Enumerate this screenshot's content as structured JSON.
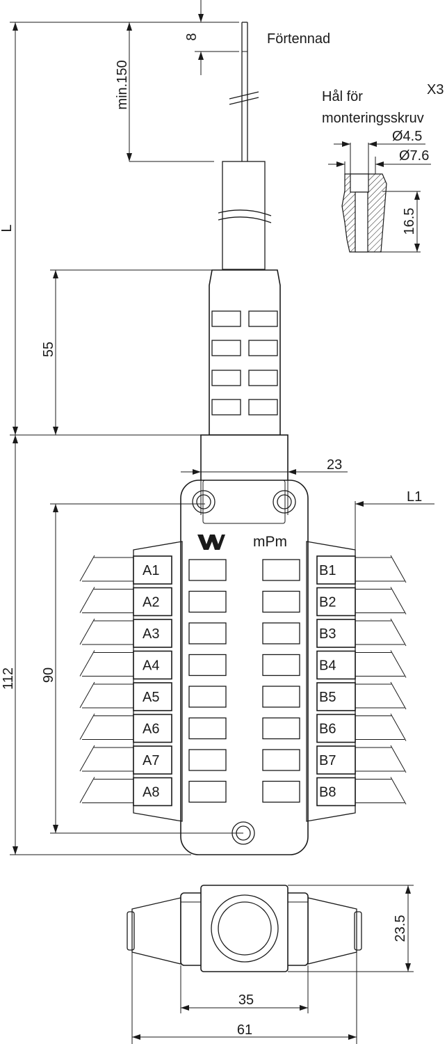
{
  "labels": {
    "tinned": "Förtennad",
    "mount_hole_line1": "Hål för",
    "mount_hole_line2": "monteringsskruv",
    "quantity": "X3",
    "brand": "mPm"
  },
  "dimensions": {
    "strip_length": "8",
    "min_lead": "min.150",
    "total_length": "L",
    "d_inner": "Ø4.5",
    "d_outer": "Ø7.6",
    "hole_depth": "16.5",
    "boot_length": "55",
    "hole_spacing_top": "23",
    "lead_out": "L1",
    "overall_height": "112",
    "hole_spacing_vertical": "90",
    "side_height": "23.5",
    "body_width": "35",
    "overall_width": "61"
  },
  "terminals": {
    "left": [
      "A1",
      "A2",
      "A3",
      "A4",
      "A5",
      "A6",
      "A7",
      "A8"
    ],
    "right": [
      "B1",
      "B2",
      "B3",
      "B4",
      "B5",
      "B6",
      "B7",
      "B8"
    ]
  },
  "colors": {
    "line": "#1a1a1a",
    "background": "#ffffff"
  }
}
